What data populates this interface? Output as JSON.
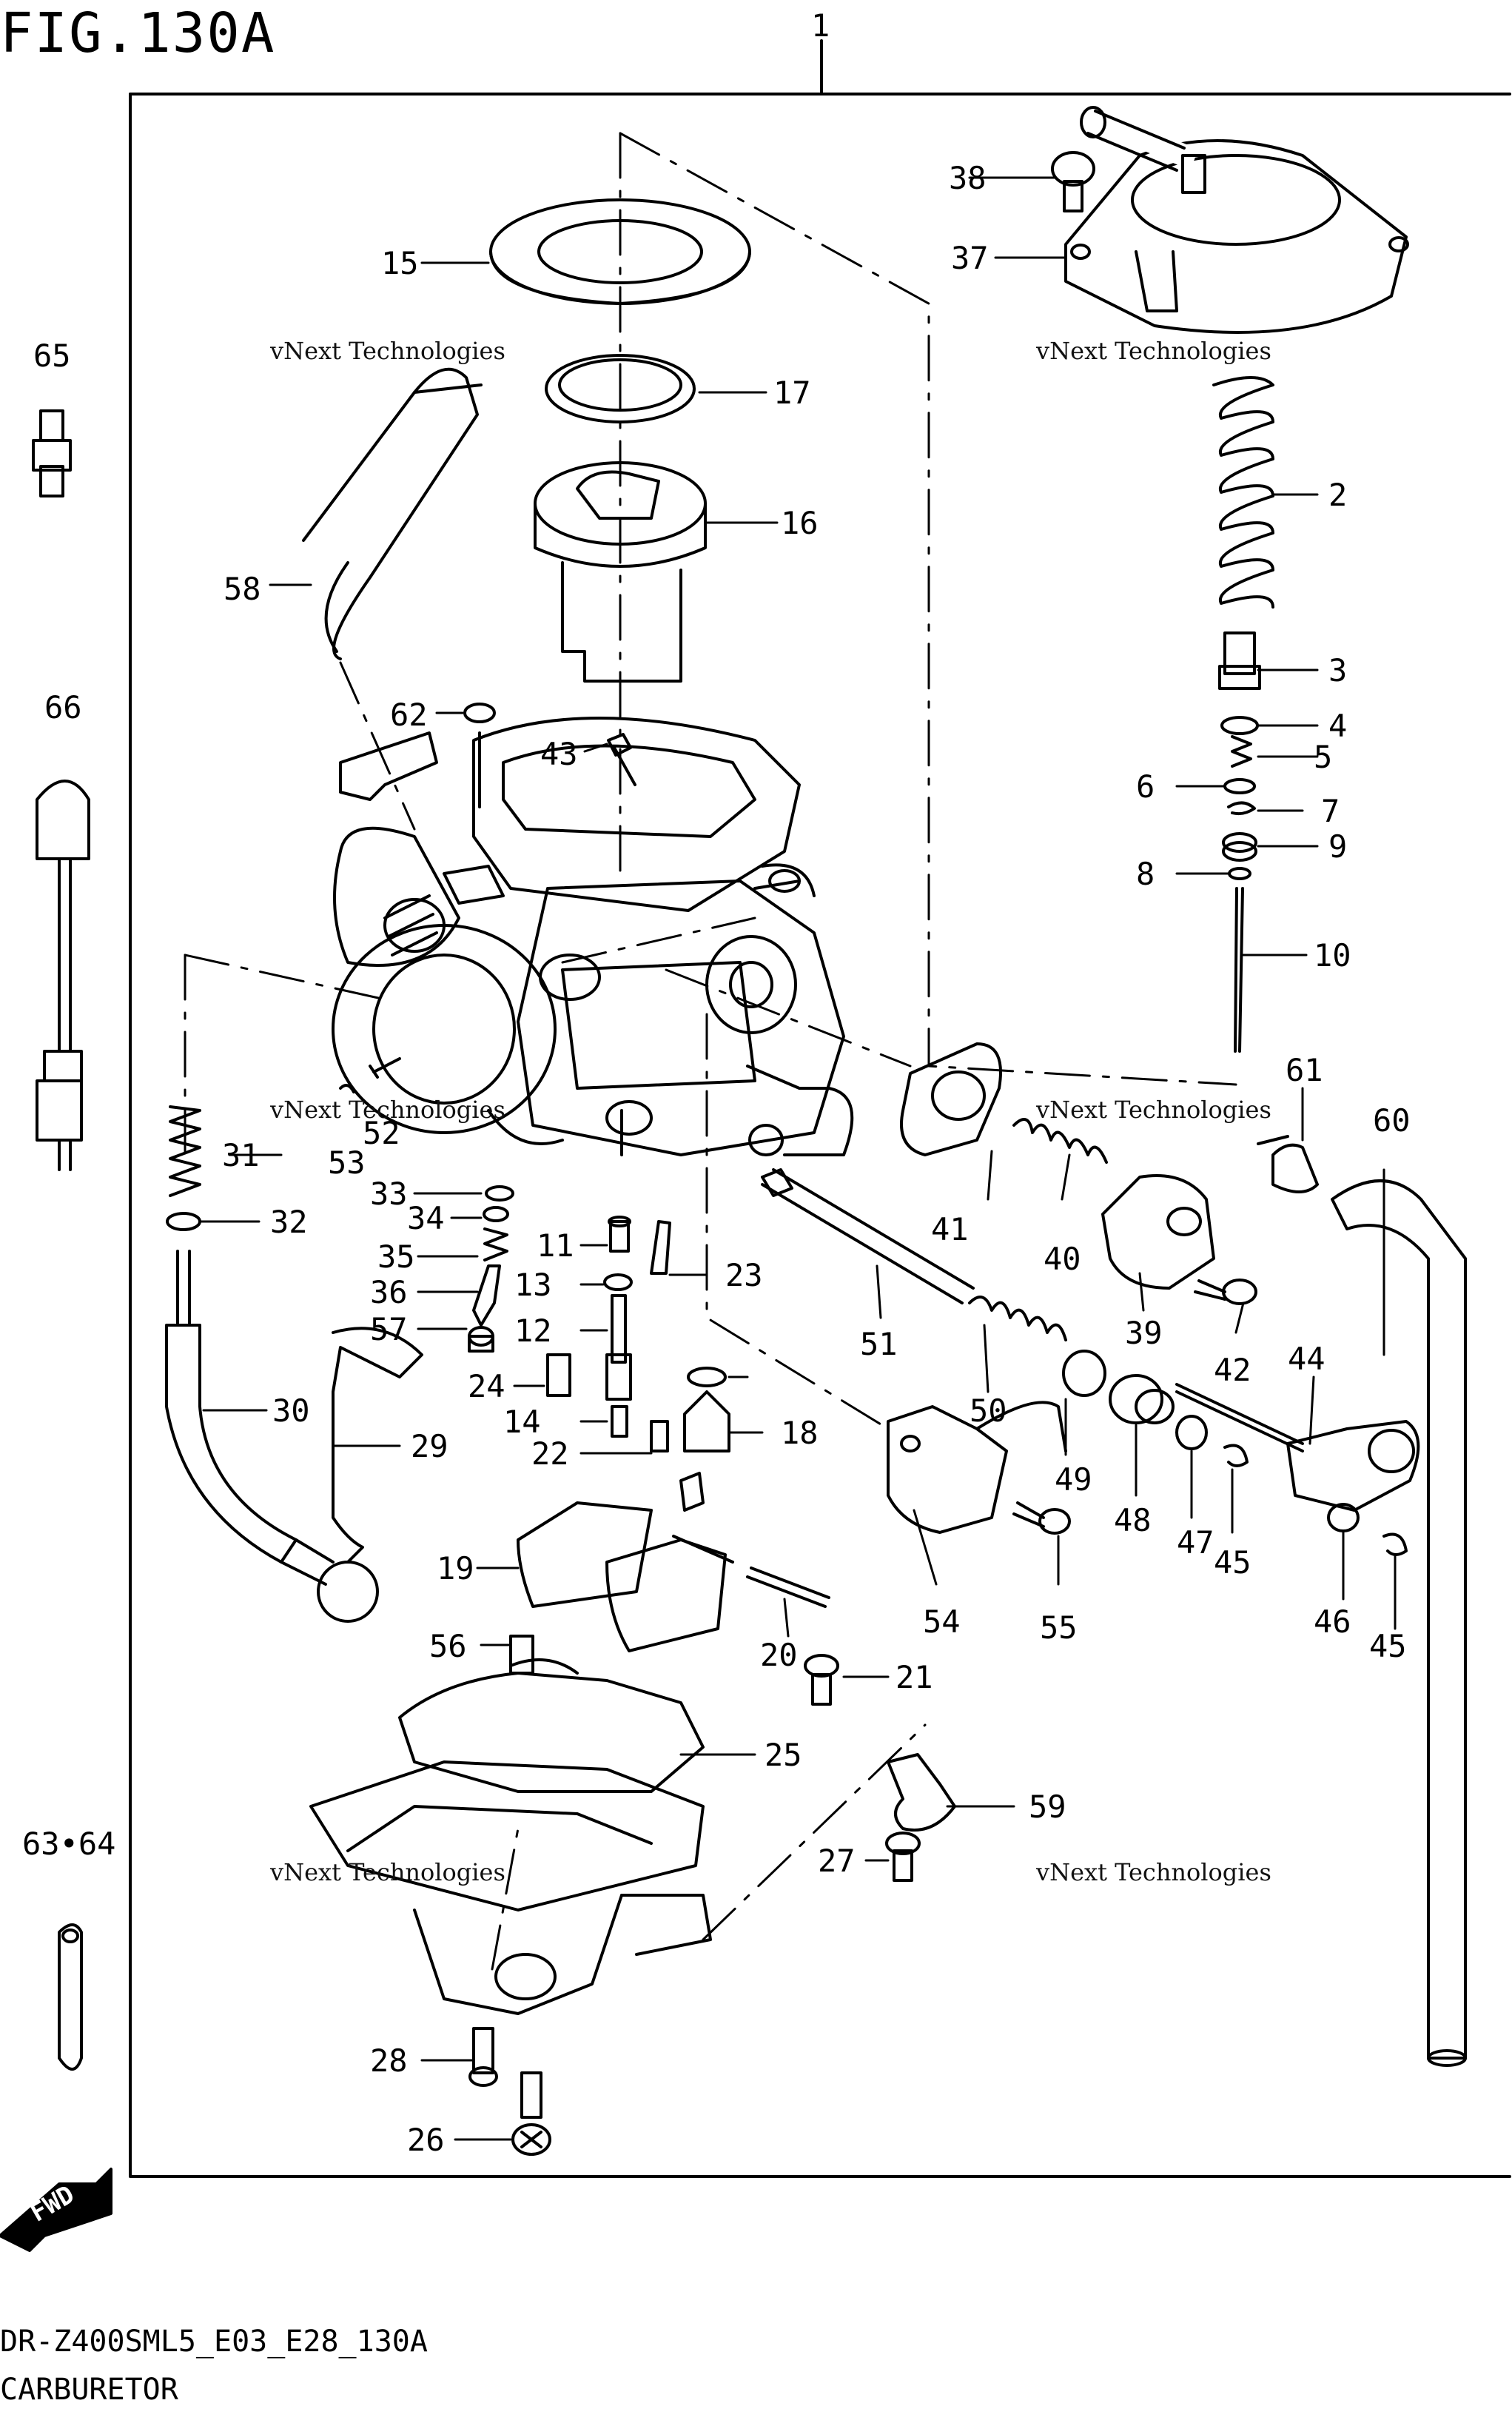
{
  "figure": {
    "title": "FIG.130A",
    "model_code": "DR-Z400SML5_E03_E28_130A",
    "caption": "CARBURETOR"
  },
  "watermark": {
    "line1": "vNext Technologies",
    "line2": "vNext Technologies"
  },
  "fwd_arrow": {
    "label": "FWD"
  },
  "callouts": {
    "c1": "1",
    "c2": "2",
    "c3": "3",
    "c4": "4",
    "c5": "5",
    "c6": "6",
    "c7": "7",
    "c8": "8",
    "c9": "9",
    "c10": "10",
    "c11": "11",
    "c12": "12",
    "c13": "13",
    "c14": "14",
    "c15": "15",
    "c16": "16",
    "c17": "17",
    "c18": "18",
    "c19": "19",
    "c20": "20",
    "c21": "21",
    "c22": "22",
    "c23": "23",
    "c24": "24",
    "c25": "25",
    "c26": "26",
    "c27": "27",
    "c28": "28",
    "c29": "29",
    "c30": "30",
    "c31": "31",
    "c32": "32",
    "c33": "33",
    "c34": "34",
    "c35": "35",
    "c36": "36",
    "c37": "37",
    "c38": "38",
    "c39": "39",
    "c40": "40",
    "c41": "41",
    "c42": "42",
    "c43": "43",
    "c44": "44",
    "c45a": "45",
    "c45b": "45",
    "c46": "46",
    "c47": "47",
    "c48": "48",
    "c49": "49",
    "c50": "50",
    "c51": "51",
    "c52": "52",
    "c53": "53",
    "c54": "54",
    "c55": "55",
    "c56": "56",
    "c57": "57",
    "c58": "58",
    "c59": "59",
    "c60": "60",
    "c61": "61",
    "c62": "62",
    "c63_64": "63•64",
    "c65": "65",
    "c66": "66"
  }
}
